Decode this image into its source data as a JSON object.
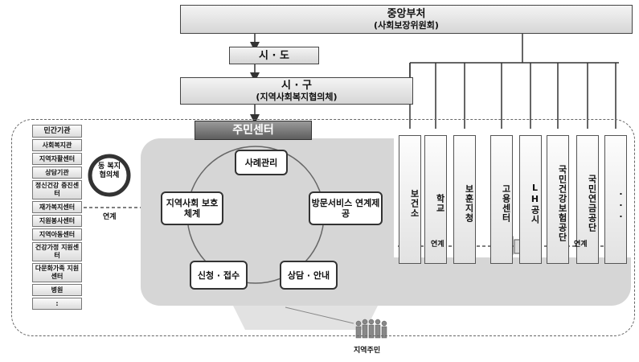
{
  "central": {
    "title": "중앙부처",
    "subtitle": "(사회보장위원회)"
  },
  "province": {
    "title": "시 · 도"
  },
  "city": {
    "title": "시 · 구",
    "subtitle": "(지역사회복지협의체)"
  },
  "center": {
    "title": "주민센터"
  },
  "cycle": {
    "case": "사례관리",
    "visit": "방문서비스 연계제공",
    "safety": "지역사회 보호체계",
    "apply": "신청 · 접수",
    "consult": "상담 · 안내"
  },
  "civil": {
    "title": "민간기관",
    "items": [
      "사회복지관",
      "지역자활센터",
      "상담기관",
      "정신건강 증진센터",
      "재가복지센터",
      "지원봉사센터",
      "지역아동센터",
      "건강가정 지원센터",
      "다문화가족 지원센터",
      "병원",
      ":"
    ]
  },
  "council": {
    "label": "동 복지 협의체"
  },
  "link_left": "연계",
  "agencies": [
    "보건소",
    "학교",
    "보훈지청",
    "고용센터",
    "LH공시",
    "국민건강보험공단",
    "국민연금공단",
    "..."
  ],
  "link_right_1": "연계",
  "link_right_2": "연계",
  "residents": "지역주민"
}
